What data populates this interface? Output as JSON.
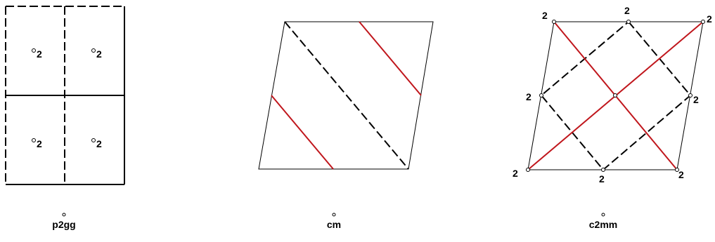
{
  "figures": [
    {
      "id": "p2gg",
      "caption": "p2gg",
      "rotation_labels": [
        "2",
        "2",
        "2",
        "2"
      ]
    },
    {
      "id": "cm",
      "caption": "cm"
    },
    {
      "id": "c2mm",
      "caption": "c2mm",
      "rotation_labels": [
        "2",
        "2",
        "2",
        "2",
        "2",
        "2",
        "2",
        "2"
      ]
    }
  ],
  "colors": {
    "mirror_line": "#c0161c",
    "glide_line": "#000000",
    "cell_edge": "#000000"
  }
}
